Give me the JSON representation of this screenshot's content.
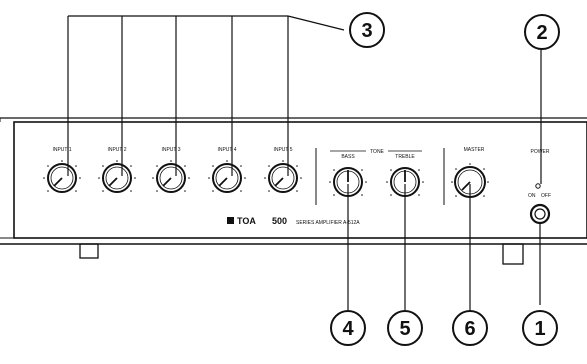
{
  "callouts": {
    "c1": "1",
    "c2": "2",
    "c3": "3",
    "c4": "4",
    "c5": "5",
    "c6": "6"
  },
  "knobs": {
    "input1": "INPUT 1",
    "input2": "INPUT 2",
    "input3": "INPUT 3",
    "input4": "INPUT 4",
    "input5": "INPUT 5",
    "tone": "TONE",
    "bass": "BASS",
    "treble": "TREBLE",
    "master": "MASTER",
    "power": "POWER"
  },
  "switch": {
    "on": "ON",
    "off": "OFF"
  },
  "brand": {
    "logo": "TOA",
    "series": "500",
    "model": "SERIES AMPLIFIER A-512A"
  },
  "colors": {
    "line": "#111111",
    "background": "#ffffff"
  }
}
